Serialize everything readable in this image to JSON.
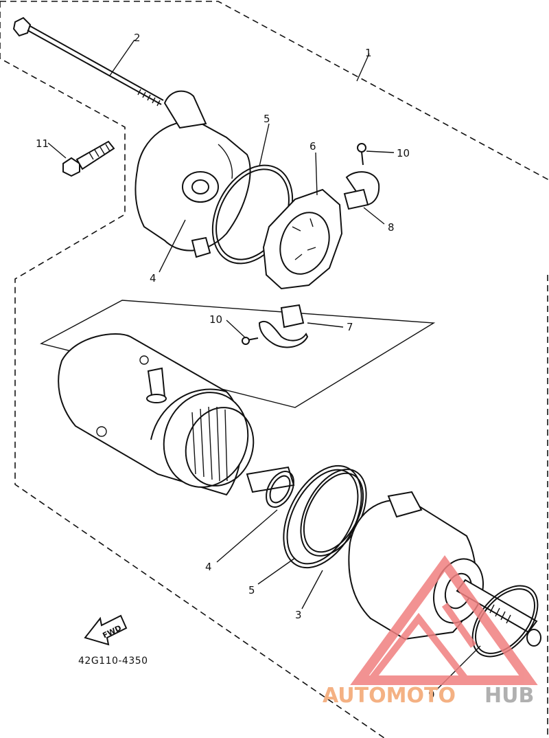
{
  "diagram": {
    "part_code": "42G110-4350",
    "fwd_label": "FWD",
    "callouts": [
      {
        "id": "c1",
        "text": "1"
      },
      {
        "id": "c2",
        "text": "2"
      },
      {
        "id": "c11",
        "text": "11"
      },
      {
        "id": "c5a",
        "text": "5"
      },
      {
        "id": "c6",
        "text": "6"
      },
      {
        "id": "c10a",
        "text": "10"
      },
      {
        "id": "c8",
        "text": "8"
      },
      {
        "id": "c4a",
        "text": "4"
      },
      {
        "id": "c10b",
        "text": "10"
      },
      {
        "id": "c7",
        "text": "7"
      },
      {
        "id": "c4b",
        "text": "4"
      },
      {
        "id": "c5b",
        "text": "5"
      },
      {
        "id": "c3",
        "text": "3"
      },
      {
        "id": "c9",
        "text": "9"
      }
    ]
  },
  "watermark": {
    "brand_part1": "AUTOMOTO",
    "brand_part2": "HUB",
    "logo_color": "#f08080",
    "text_color_1": "#f4b183",
    "text_color_2": "#b0b0b0"
  }
}
